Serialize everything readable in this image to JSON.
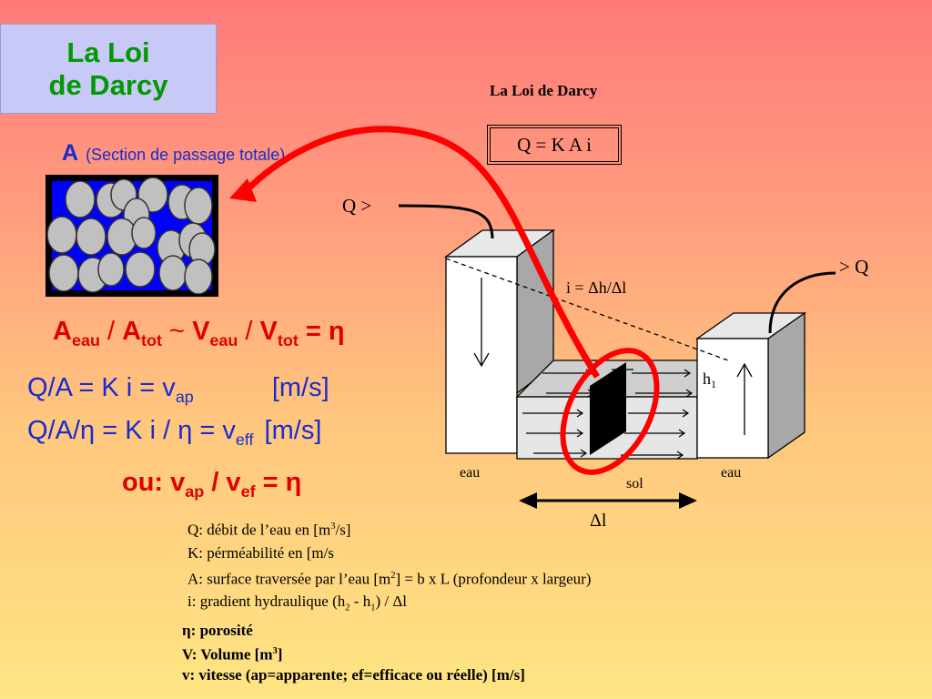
{
  "title": {
    "line1": "La Loi",
    "line2": "de Darcy"
  },
  "diagram": {
    "title": "La Loi de Darcy",
    "formula": "Q = K A i",
    "q_in": "Q >",
    "q_out": "> Q",
    "gradient": "i = Δh/Δl",
    "h1": "h",
    "h1_sub": "1",
    "eau_left": "eau",
    "eau_right": "eau",
    "sol": "sol",
    "delta_l": "Δl"
  },
  "section": {
    "letter": "A",
    "text": "(Section de passage totale)"
  },
  "eq1": {
    "a": "A",
    "eau": "eau",
    "slash1": " / ",
    "a2": "A",
    "tot": "tot",
    "sim": " ~ ",
    "v": "V",
    "veau": "eau",
    "slash2": " / ",
    "v2": "V",
    "vtot": "tot",
    "eqeta": " = η"
  },
  "eq2": {
    "l1_a": "Q/A = K i  = v",
    "l1_sub": "ap",
    "l1_unit": "[m/s]",
    "l2_a": "Q/A/η = K i / η = v",
    "l2_sub": "eff",
    "l2_unit": "[m/s]"
  },
  "eq3": {
    "a": "ou: v",
    "ap": "ap",
    "mid": " / v",
    "ef": "ef",
    "end": " = η"
  },
  "legend": {
    "q_a": "Q: débit de l’eau en   [m",
    "q_sup": "3",
    "q_b": "/s]",
    "k": "K: pérméabilité en     [m/s",
    "a_a": "A: surface traversée par l’eau [m",
    "a_sup": "2",
    "a_b": "]   = b x L (profondeur x largeur)",
    "i_a": "i:  gradient hydraulique (h",
    "i_s2": "2",
    "i_mid": " - h",
    "i_s1": "1",
    "i_b": ") / Δl",
    "eta": "η: porosité",
    "v_a": "V: Volume [m",
    "v_sup": "3",
    "v_b": "]",
    "vit": "v: vitesse  (ap=apparente;  ef=efficace ou réelle) [m/s]"
  },
  "colors": {
    "bg_top": "#ff7a7a",
    "bg_bottom": "#ffe583",
    "title_box": "#c9c9f7",
    "title_text": "#009900",
    "blue_text": "#1a2ccc",
    "red_text": "#dd0000",
    "arrow": "#ff0000",
    "porous_fill": "#0000ff",
    "grain": "#c0c0c0"
  }
}
